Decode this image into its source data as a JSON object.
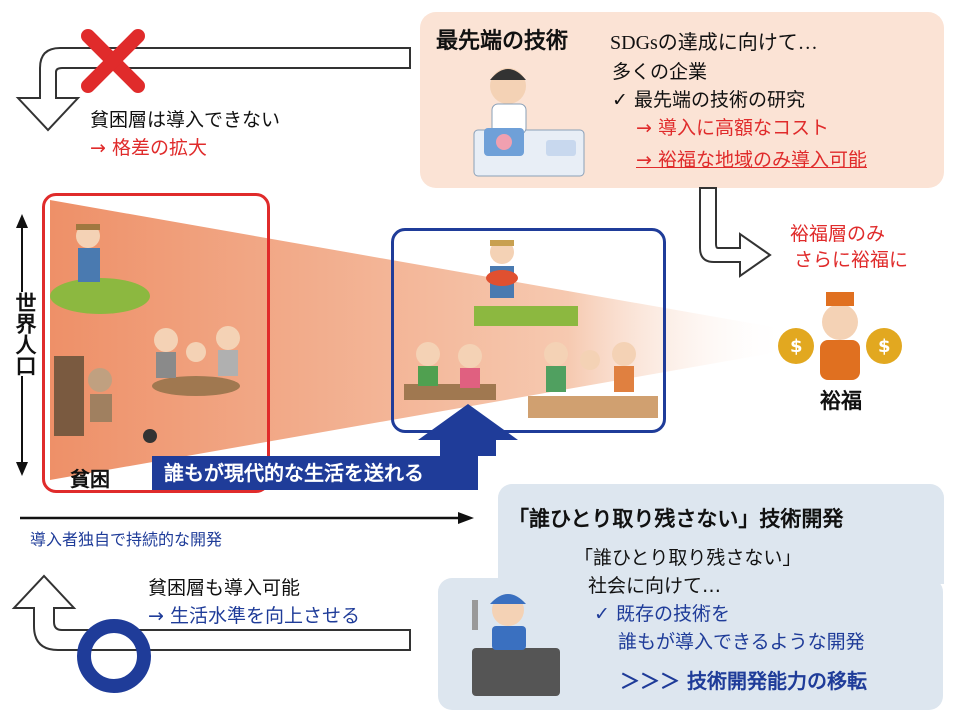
{
  "colors": {
    "red": "#e02b2b",
    "blue": "#1f3c99",
    "peach": "#fbe3d5",
    "lightblue": "#dde6ef",
    "cone": "#f0a07a"
  },
  "top": {
    "title": "最先端の技術",
    "line1": "SDGsの達成に向けて…",
    "line2": "多くの企業",
    "check": "✓ 最先端の技術の研究",
    "cost": "→ 導入に高額なコスト",
    "rich_only": "→ 裕福な地域のみ導入可能"
  },
  "top_left": {
    "poor_cannot": "貧困層は導入できない",
    "gap": "→ 格差の拡大"
  },
  "right": {
    "rich_richer_1": "裕福層のみ",
    "rich_richer_2": "さらに裕福に",
    "rich_label": "裕福"
  },
  "side": {
    "world_population": "世界人口"
  },
  "poverty": {
    "label": "貧困"
  },
  "banner": {
    "text": "誰もが現代的な生活を送れる"
  },
  "bottom": {
    "independent": "導入者独自で持続的な開発",
    "title": "「誰ひとり取り残さない」技術開発",
    "quote": "「誰ひとり取り残さない」",
    "toward": "社会に向けて…",
    "check1": "✓ 既存の技術を",
    "check2": "誰もが導入できるような開発",
    "transfer": "＞＞＞ 技術開発能力の移転"
  },
  "bottom_left": {
    "poor_can": "貧困層も導入可能",
    "raise": "→ 生活水準を向上させる"
  },
  "icons": [
    "cross-icon",
    "circle-icon",
    "down-arrow-icon",
    "left-down-arrow-icon",
    "up-arrow-icon"
  ]
}
